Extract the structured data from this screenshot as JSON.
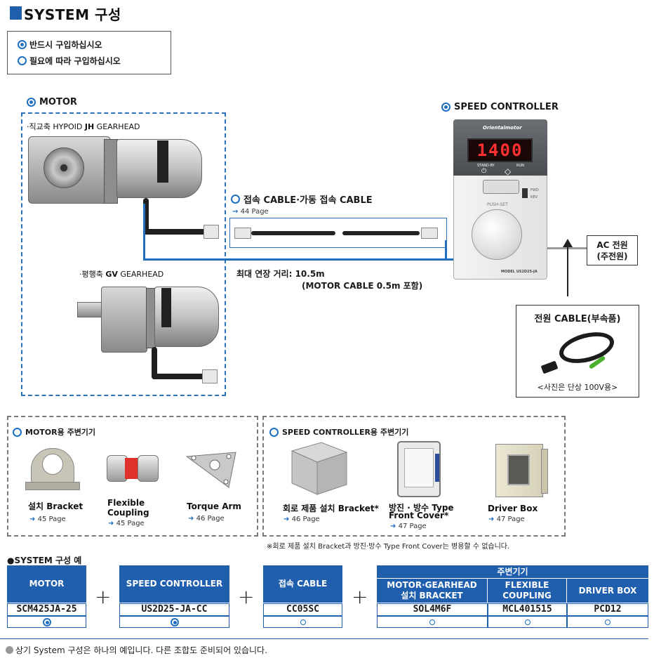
{
  "header": {
    "title": "SYSTEM 구성"
  },
  "legend": {
    "required": "반드시 구입하십시오",
    "optional": "필요에 따라 구입하십시오"
  },
  "motor": {
    "label": "MOTOR",
    "hypoid": {
      "prefix": "·직교축 HYPOID ",
      "bold": "JH",
      "suffix": " GEARHEAD"
    },
    "parallel": {
      "prefix": "·평행축 ",
      "bold": "GV",
      "suffix": " GEARHEAD"
    }
  },
  "connection_cable": {
    "label": "접속 CABLE·가동 접속 CABLE",
    "page": "44 Page",
    "max_distance": "최대 연장 거리: 10.5m",
    "note": "(MOTOR CABLE 0.5m 포함)"
  },
  "speed_controller": {
    "label": "SPEED CONTROLLER",
    "brand": "Orientalmotor",
    "display": "1400",
    "standby": "STAND-BY",
    "run": "RUN",
    "fwd": "FWD",
    "rev": "REV",
    "push_set": "PUSH-SET",
    "model": "MODEL US2D25-JA"
  },
  "ac_power": {
    "line1": "AC 전원",
    "line2": "(주전원)"
  },
  "power_cable": {
    "title": "전원 CABLE(부속품)",
    "caption": "<사진은 단상 100V용>"
  },
  "motor_peripherals": {
    "title": "MOTOR용 주변기기",
    "items": [
      {
        "name": "설치 Bracket",
        "page": "45 Page"
      },
      {
        "name_line1": "Flexible",
        "name_line2": "Coupling",
        "page": "45 Page"
      },
      {
        "name": "Torque Arm",
        "page": "46 Page"
      }
    ]
  },
  "controller_peripherals": {
    "title": "SPEED CONTROLLER용 주변기기",
    "items": [
      {
        "name": "회로 제품 설치 Bracket*",
        "page": "46 Page"
      },
      {
        "name_line1": "방진 · 방수 Type",
        "name_line2": "Front Cover*",
        "page": "47 Page"
      },
      {
        "name": "Driver Box",
        "page": "47 Page"
      }
    ]
  },
  "footnote": "※회로 제품 설치 Bracket과 방진·방수 Type Front Cover는 병용할 수 없습니다.",
  "example": {
    "title": "●SYSTEM 구성 예",
    "groups": {
      "motor": {
        "header": "MOTOR",
        "code": "SCM425JA-25"
      },
      "controller": {
        "header": "SPEED CONTROLLER",
        "code": "US2D25-JA-CC"
      },
      "cable": {
        "header": "접속 CABLE",
        "code": "CC05SC"
      },
      "peripheral": {
        "header": "주변기기",
        "columns": [
          {
            "header_line1": "MOTOR·GEARHEAD",
            "header_line2": "설치 BRACKET",
            "code": "SOL4M6F"
          },
          {
            "header_line1": "FLEXIBLE",
            "header_line2": "COUPLING",
            "code": "MCL401515"
          },
          {
            "header_line1": "DRIVER BOX",
            "header_line2": "",
            "code": "PCD12"
          }
        ]
      }
    },
    "plus": "+",
    "note": "상기 System 구성은 하나의 예입니다. 다른 조합도 준비되어 있습니다."
  },
  "colors": {
    "accent": "#1f5fae",
    "circle": "#1f6fc0",
    "dashed": "#2c72b8"
  }
}
